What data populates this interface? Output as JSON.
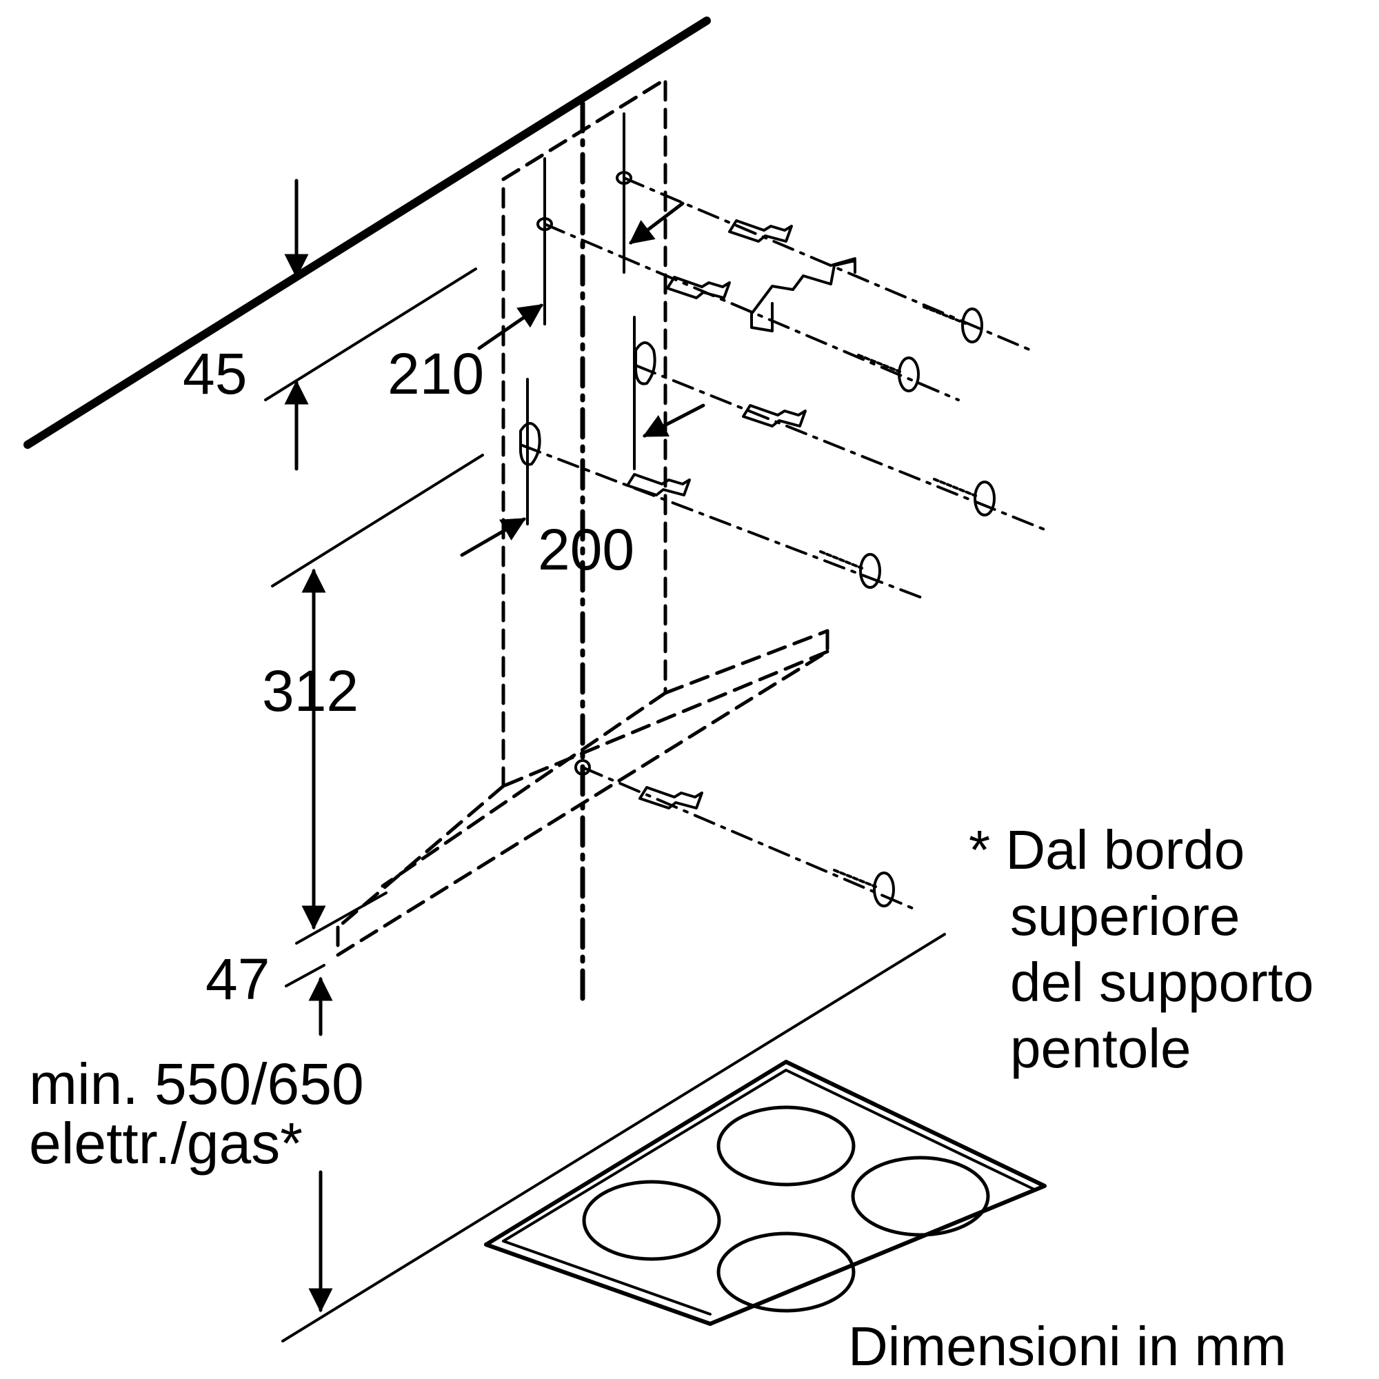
{
  "diagram": {
    "dimensions": {
      "d45": "45",
      "d210": "210",
      "d200": "200",
      "d312": "312",
      "d47": "47"
    },
    "min_height": {
      "line1": "min. 550/650",
      "line2": "elettr./gas*"
    },
    "footnote": {
      "line1": "* Dal bordo",
      "line2": "superiore",
      "line3": "del supporto",
      "line4": "pentole"
    },
    "units_note": "Dimensioni in mm",
    "colors": {
      "ink": "#000000",
      "background": "#ffffff"
    }
  }
}
